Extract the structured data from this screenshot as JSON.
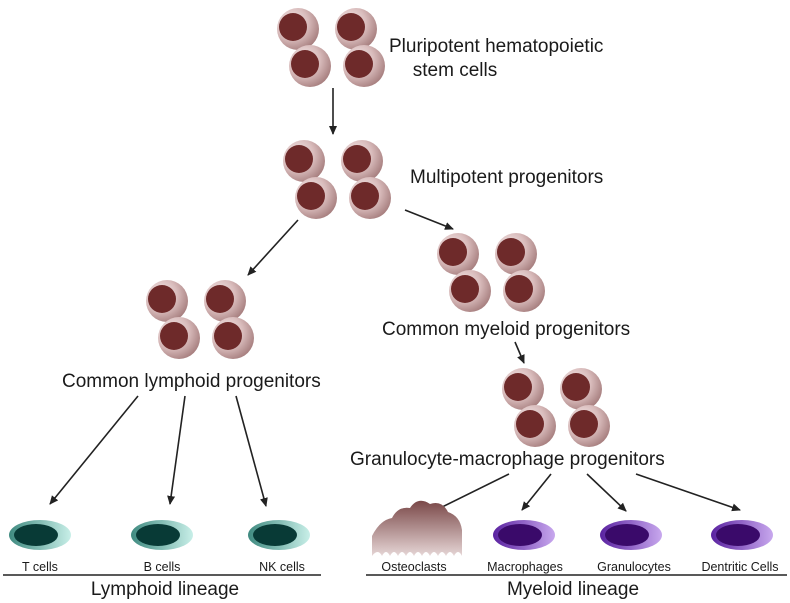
{
  "nodes": {
    "pluripotent": {
      "line1": "Pluripotent  hematopoietic",
      "line2": "stem  cells"
    },
    "multipotent": {
      "label": "Multipotent progenitors"
    },
    "common_lymphoid": {
      "label": "Common lymphoid progenitors"
    },
    "common_myeloid": {
      "label": "Common myeloid progenitors"
    },
    "granulocyte_macrophage": {
      "label": "Granulocyte-macrophage progenitors"
    }
  },
  "lymphoid_cells": [
    "T cells",
    "B cells",
    "NK cells"
  ],
  "myeloid_cells": [
    "Osteoclasts",
    "Macrophages",
    "Granulocytes",
    "Dentritic Cells"
  ],
  "lineages": {
    "lymphoid": "Lymphoid lineage",
    "myeloid": "Myeloid lineage"
  },
  "colors": {
    "progenitor_core": "#6e2a2a",
    "progenitor_shell": "#e8d4d4",
    "lymphoid_core": "#083a36",
    "lymphoid_shell": "#a9ddd4",
    "myeloid_core": "#3a0a6a",
    "myeloid_shell": "#a884d4",
    "osteoclast_top": "#7a4848",
    "osteoclast_bottom": "#d8c4c4"
  }
}
